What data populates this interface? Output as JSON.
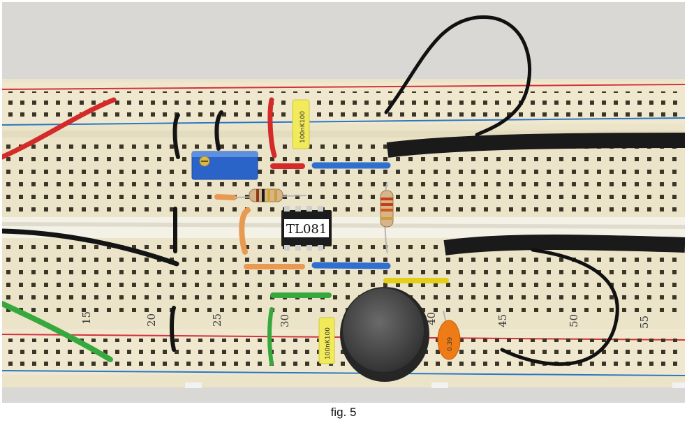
{
  "figure": {
    "caption": "fig. 5",
    "chip_label": "TL081",
    "capacitor_marking_top": "100nK100",
    "capacitor_marking_bottom": "100nK100",
    "tantalum_marking": "0.39",
    "column_numbers": [
      "15",
      "20",
      "25",
      "30",
      "40",
      "45",
      "50",
      "55"
    ]
  },
  "colors": {
    "board": "#ebe4c9",
    "rail_red": "#d6313b",
    "rail_blue": "#2a77c4",
    "wire_red": "#d42a2a",
    "wire_black": "#141414",
    "wire_blue": "#2f6fd0",
    "wire_orange": "#e99a52",
    "wire_green": "#37a83e",
    "wire_yellow": "#e3cf1a",
    "capacitor_yellow": "#f1ea5a",
    "trimmer_blue": "#2a64c8",
    "tantalum_orange": "#ef7b16"
  }
}
